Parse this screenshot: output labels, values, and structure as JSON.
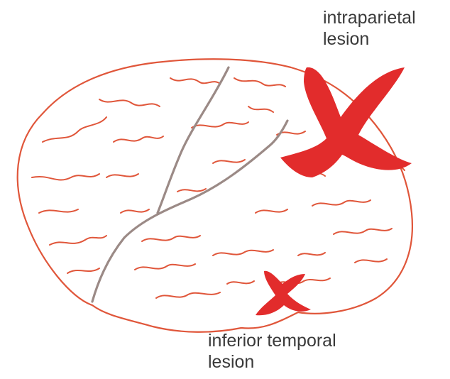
{
  "labels": {
    "intraparietal": [
      "intraparietal",
      "lesion"
    ],
    "inferior_temporal": [
      "inferior temporal",
      "lesion"
    ]
  },
  "colors": {
    "brain_outline": "#e0563a",
    "sulcus": "#9b8a86",
    "lesion_marker": "#e22c2c",
    "text": "#3a3a3a"
  },
  "icons": {
    "large_marker": "x-cross-icon",
    "small_marker": "x-cross-icon"
  }
}
